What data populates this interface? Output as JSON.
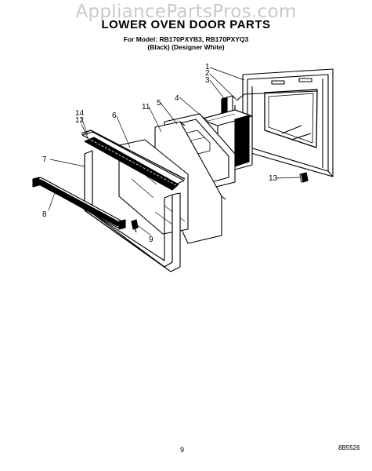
{
  "watermark": "AppliancePartsPros.com",
  "title": "LOWER OVEN DOOR PARTS",
  "model_line": "For Model: RB170PXYB3, RB170PXYQ3",
  "color_line": "(Black)   (Designer White)",
  "page_number": "9",
  "diagram_code": "8B5526",
  "callouts": {
    "c1": "1",
    "c2": "2",
    "c3": "3",
    "c4": "4",
    "c5": "5",
    "c6": "6",
    "c7": "7",
    "c8": "8",
    "c9": "9",
    "c11": "11",
    "c12": "12",
    "c13": "13",
    "c14": "14"
  }
}
